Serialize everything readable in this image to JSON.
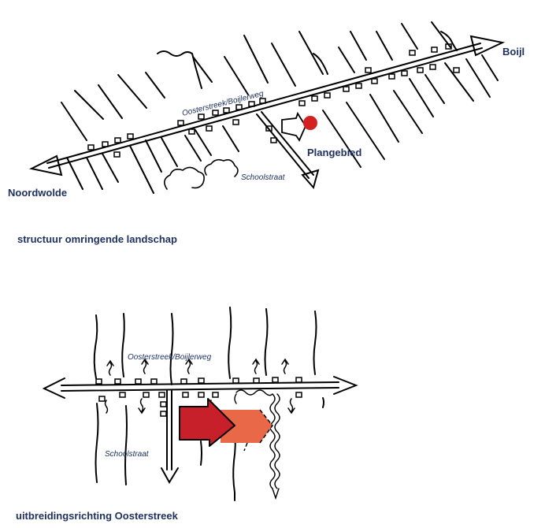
{
  "colors": {
    "ink": "#000000",
    "label": "#1e3160",
    "marker": "#d42020",
    "arrow_main": "#c8202a",
    "arrow_secondary": "#e86848"
  },
  "top_diagram": {
    "road_label": "Oosterstreek/Boijlerweg",
    "place_west": "Noordwolde",
    "place_east": "Boijl",
    "side_road": "Schoolstraat",
    "site_label": "Plangebied",
    "caption": "structuur omringende landschap"
  },
  "bottom_diagram": {
    "road_label": "Oosterstreek/Boijlerweg",
    "side_road": "Schoolstraat",
    "caption": "uitbreidingsrichting Oosterstreek"
  }
}
